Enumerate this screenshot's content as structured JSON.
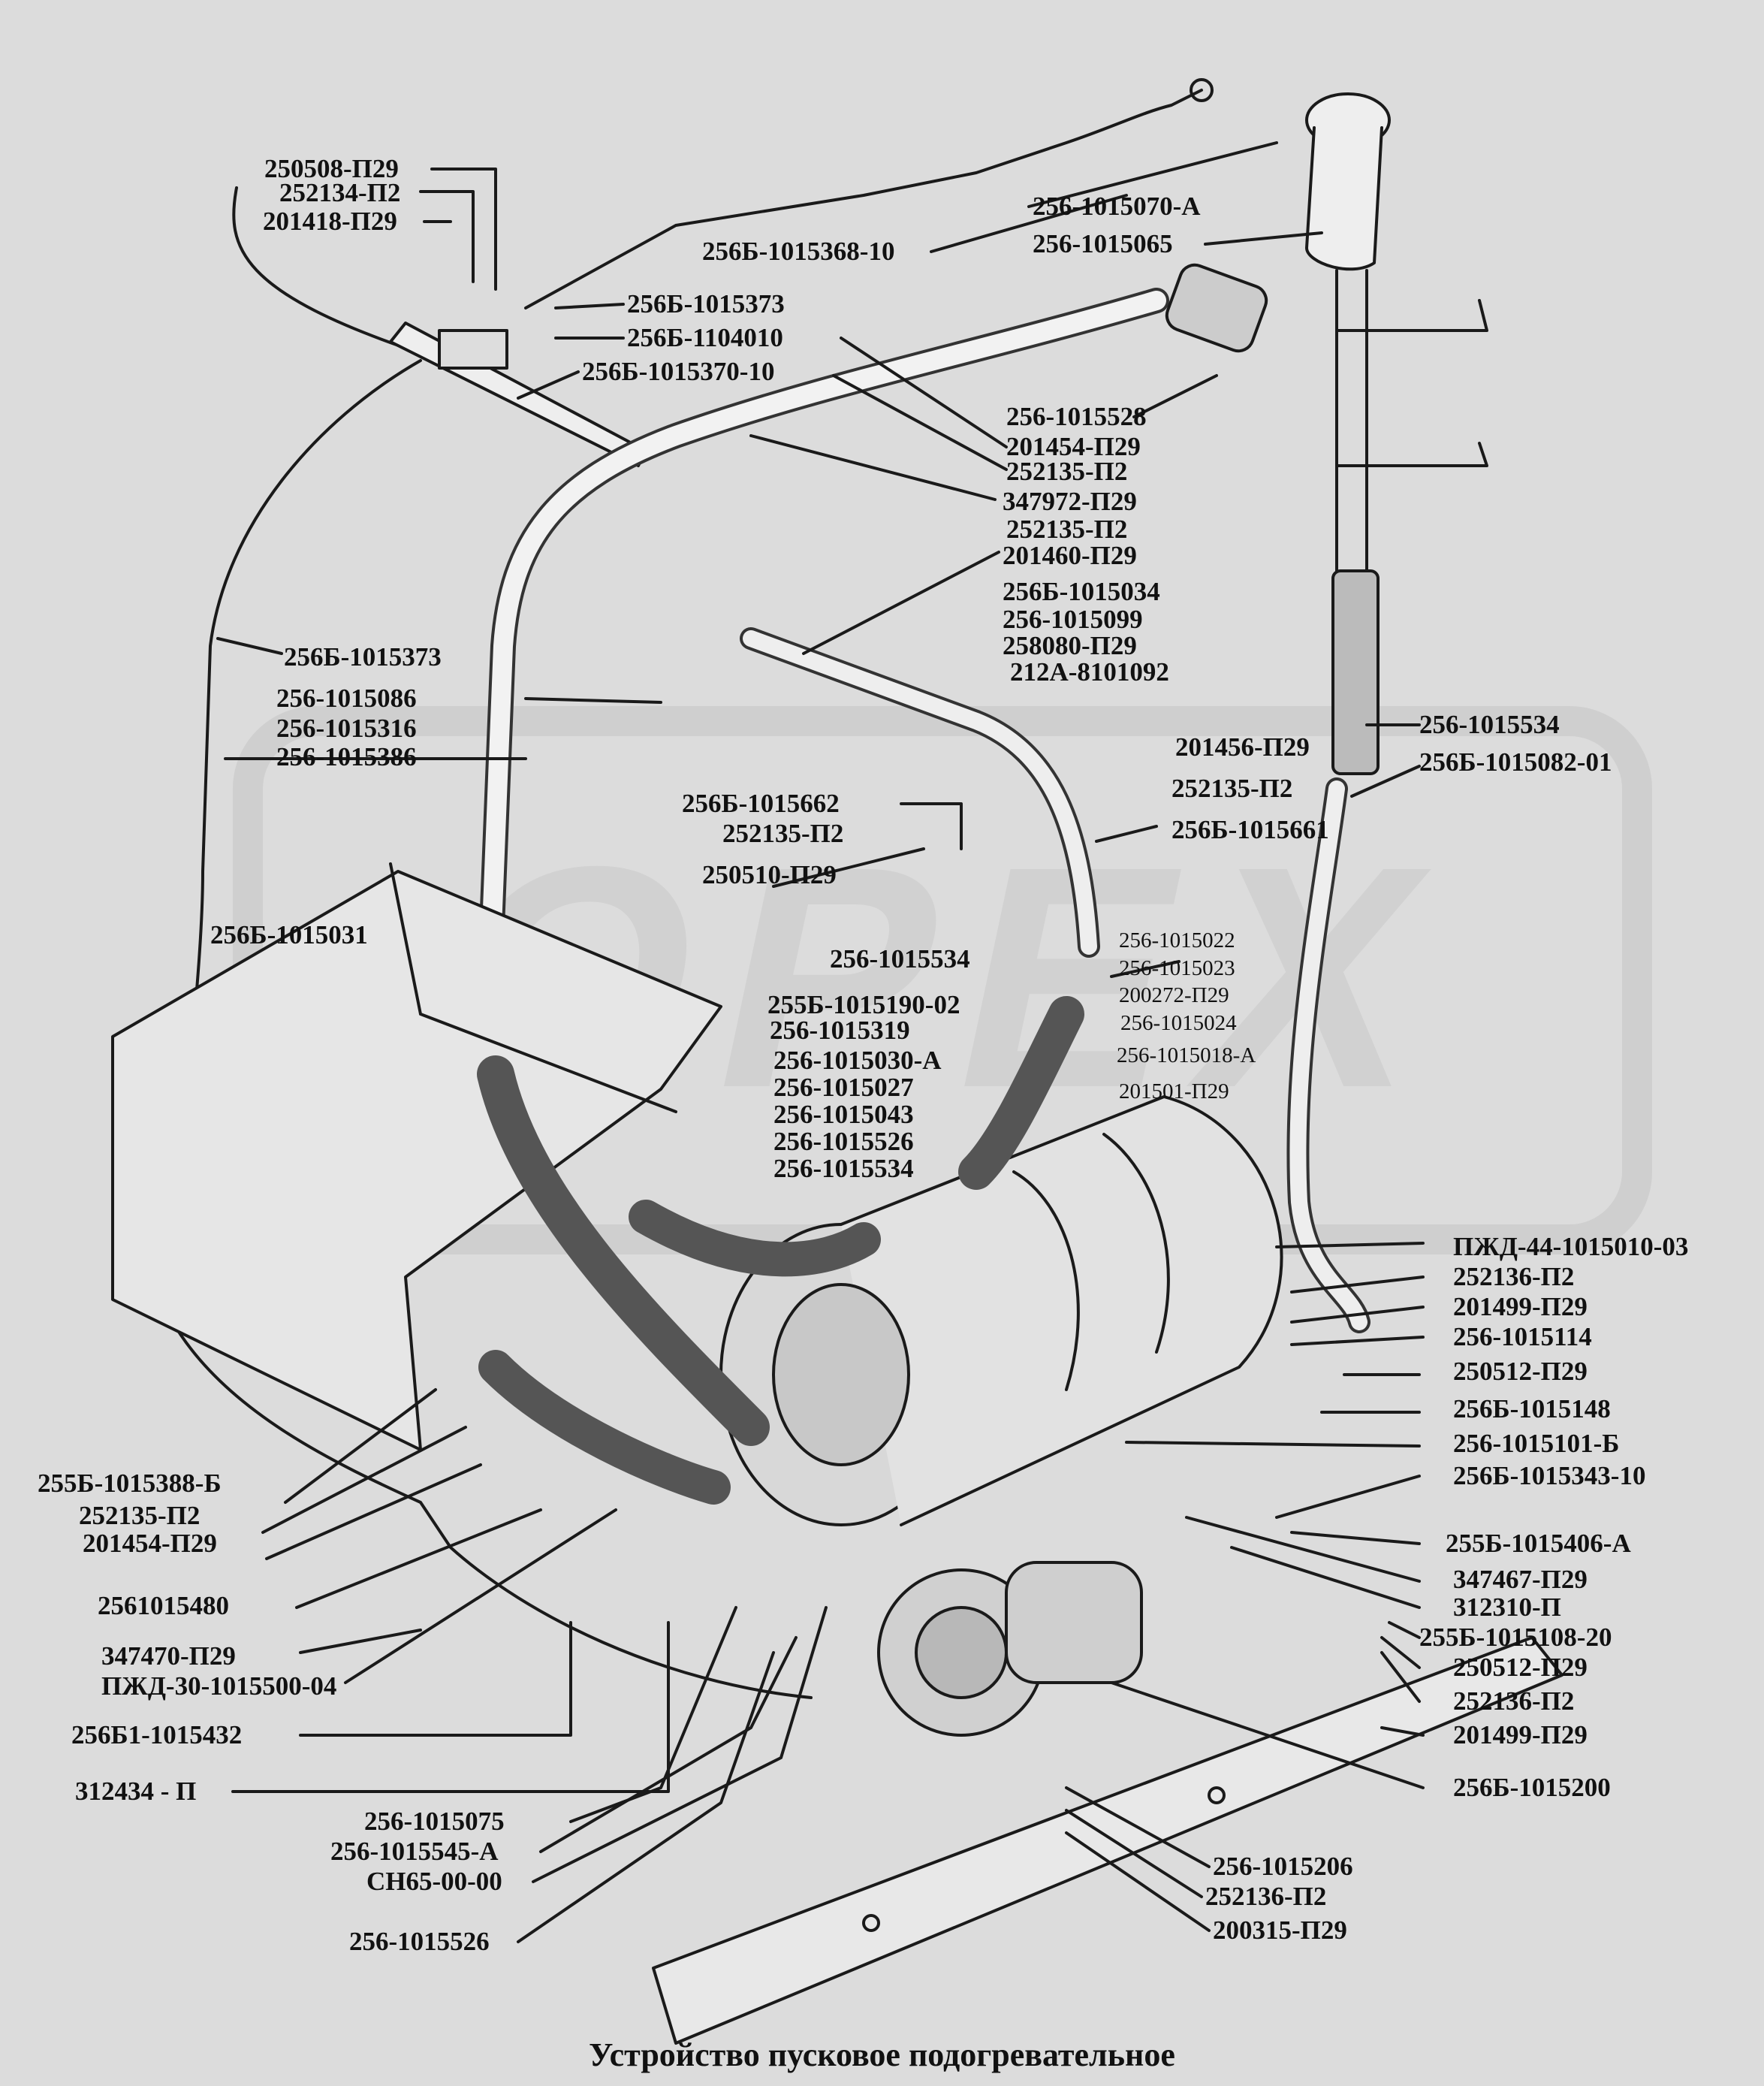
{
  "caption": "Устройство пусковое подогревательное",
  "watermark": {
    "text": "OPEX",
    "kind": "logo"
  },
  "colors": {
    "background": "#dcdcdc",
    "ink": "#111111",
    "watermark": "#c8c8c8"
  },
  "callouts": [
    {
      "id": "c01",
      "text": "250508-П29"
    },
    {
      "id": "c02",
      "text": "252134-П2"
    },
    {
      "id": "c03",
      "text": "201418-П29"
    },
    {
      "id": "c04",
      "text": "256Б-1015373"
    },
    {
      "id": "c05",
      "text": "256Б-1104010"
    },
    {
      "id": "c06",
      "text": "256Б-1015370-10"
    },
    {
      "id": "c07",
      "text": "256-1015070-А"
    },
    {
      "id": "c08",
      "text": "256Б-1015368-10"
    },
    {
      "id": "c09",
      "text": "256-1015065"
    },
    {
      "id": "c10",
      "text": "256-1015528"
    },
    {
      "id": "c11",
      "text": "201454-П29"
    },
    {
      "id": "c12",
      "text": "252135-П2"
    },
    {
      "id": "c13",
      "text": "347972-П29"
    },
    {
      "id": "c14",
      "text": "252135-П2"
    },
    {
      "id": "c15",
      "text": "201460-П29"
    },
    {
      "id": "c16",
      "text": "256Б-1015034"
    },
    {
      "id": "c17",
      "text": "256-1015099"
    },
    {
      "id": "c18",
      "text": "258080-П29"
    },
    {
      "id": "c19",
      "text": "212А-8101092"
    },
    {
      "id": "c20",
      "text": "256Б-1015373"
    },
    {
      "id": "c21",
      "text": "256-1015086"
    },
    {
      "id": "c22",
      "text": "256-1015316"
    },
    {
      "id": "c23",
      "text": "256-1015386"
    },
    {
      "id": "c24",
      "text": "201456-П29"
    },
    {
      "id": "c25",
      "text": "256-1015534"
    },
    {
      "id": "c26",
      "text": "256Б-1015082-01"
    },
    {
      "id": "c27",
      "text": "252135-П2"
    },
    {
      "id": "c28",
      "text": "256Б-1015662"
    },
    {
      "id": "c29",
      "text": "252135-П2"
    },
    {
      "id": "c30",
      "text": "256Б-1015661"
    },
    {
      "id": "c31",
      "text": "250510-П29"
    },
    {
      "id": "c32",
      "text": "256Б-1015031"
    },
    {
      "id": "c33",
      "text": "256-1015534"
    },
    {
      "id": "c34",
      "text": "256-1015022"
    },
    {
      "id": "c35",
      "text": "256-1015023"
    },
    {
      "id": "c36",
      "text": "200272-П29"
    },
    {
      "id": "c37",
      "text": "255Б-1015190-02"
    },
    {
      "id": "c38",
      "text": "256-1015319"
    },
    {
      "id": "c39",
      "text": "256-1015024"
    },
    {
      "id": "c40",
      "text": "256-1015030-А"
    },
    {
      "id": "c41",
      "text": "256-1015018-А"
    },
    {
      "id": "c42",
      "text": "256-1015027"
    },
    {
      "id": "c43",
      "text": "201501-П29"
    },
    {
      "id": "c44",
      "text": "256-1015043"
    },
    {
      "id": "c45",
      "text": "256-1015526"
    },
    {
      "id": "c46",
      "text": "256-1015534"
    },
    {
      "id": "c47",
      "text": "ПЖД-44-1015010-03"
    },
    {
      "id": "c48",
      "text": "252136-П2"
    },
    {
      "id": "c49",
      "text": "201499-П29"
    },
    {
      "id": "c50",
      "text": "256-1015114"
    },
    {
      "id": "c51",
      "text": "250512-П29"
    },
    {
      "id": "c52",
      "text": "256Б-1015148"
    },
    {
      "id": "c53",
      "text": "256-1015101-Б"
    },
    {
      "id": "c54",
      "text": "255Б-1015388-Б"
    },
    {
      "id": "c55",
      "text": "256Б-1015343-10"
    },
    {
      "id": "c56",
      "text": "252135-П2"
    },
    {
      "id": "c57",
      "text": "201454-П29"
    },
    {
      "id": "c58",
      "text": "255Б-1015406-А"
    },
    {
      "id": "c59",
      "text": "2561015480"
    },
    {
      "id": "c60",
      "text": "347467-П29"
    },
    {
      "id": "c61",
      "text": "312310-П"
    },
    {
      "id": "c62",
      "text": "347470-П29"
    },
    {
      "id": "c63",
      "text": "255Б-1015108-20"
    },
    {
      "id": "c64",
      "text": "ПЖД-30-1015500-04"
    },
    {
      "id": "c65",
      "text": "250512-П29"
    },
    {
      "id": "c66",
      "text": "252136-П2"
    },
    {
      "id": "c67",
      "text": "256Б1-1015432"
    },
    {
      "id": "c68",
      "text": "201499-П29"
    },
    {
      "id": "c69",
      "text": "312434 - П"
    },
    {
      "id": "c70",
      "text": "256Б-1015200"
    },
    {
      "id": "c71",
      "text": "256-1015075"
    },
    {
      "id": "c72",
      "text": "256-1015545-А"
    },
    {
      "id": "c73",
      "text": "256-1015206"
    },
    {
      "id": "c74",
      "text": "СН65-00-00"
    },
    {
      "id": "c75",
      "text": "252136-П2"
    },
    {
      "id": "c76",
      "text": "200315-П29"
    },
    {
      "id": "c77",
      "text": "256-1015526"
    }
  ]
}
